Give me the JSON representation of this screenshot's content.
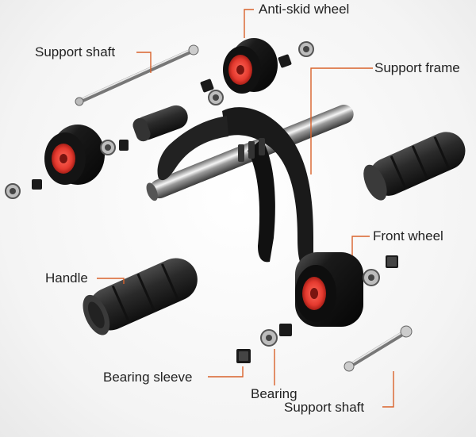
{
  "labels": {
    "anti_skid_wheel": "Anti-skid wheel",
    "support_shaft_top": "Support shaft",
    "support_frame": "Support frame",
    "front_wheel": "Front wheel",
    "handle": "Handle",
    "bearing_sleeve": "Bearing sleeve",
    "bearing": "Bearing",
    "support_shaft_bottom": "Support shaft"
  },
  "colors": {
    "leader_line": "#d9622b",
    "wheel_core": "#e53a2f",
    "dark_part": "#1c1c1c",
    "chrome": "#c8c8c8"
  }
}
